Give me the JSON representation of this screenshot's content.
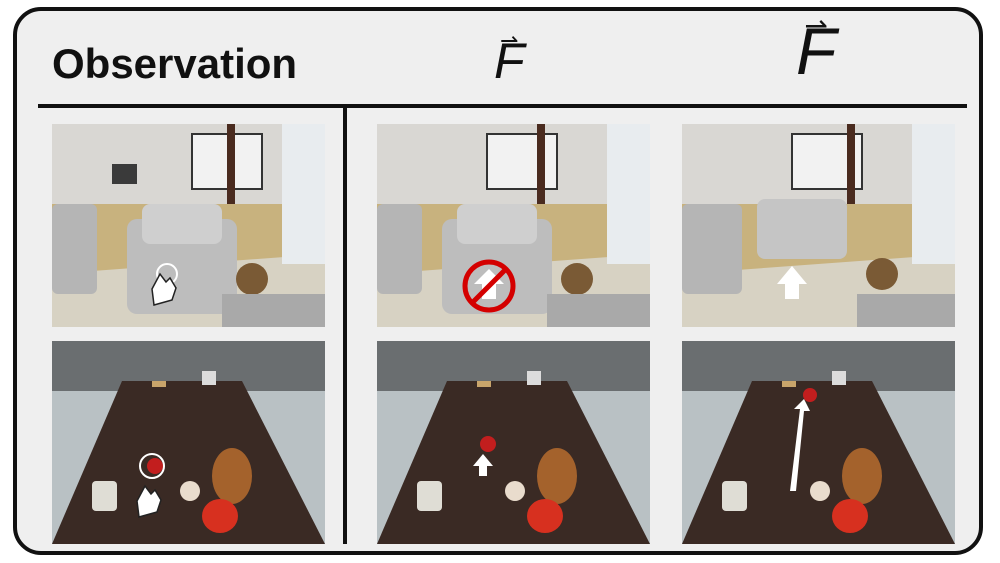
{
  "header": {
    "observation": "Observation",
    "f_small_symbol": "F",
    "f_small_arrow": "⇀",
    "f_big_symbol": "F",
    "f_big_arrow": "⇀"
  }
}
